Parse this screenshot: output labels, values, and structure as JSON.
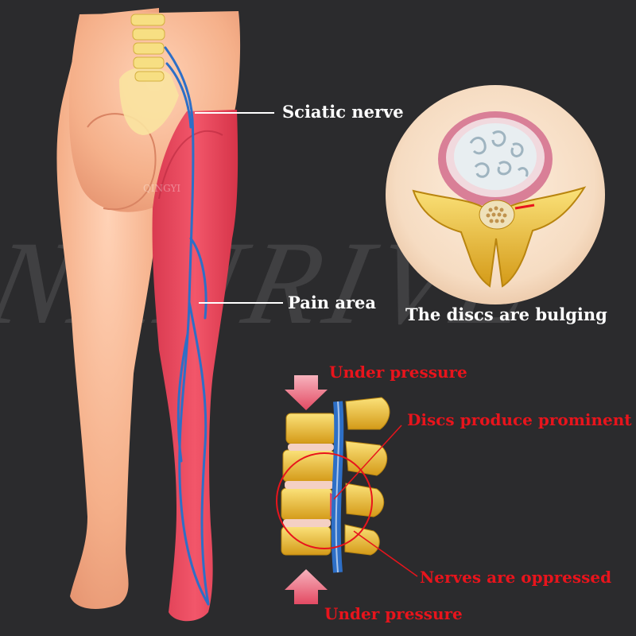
{
  "watermark": "NANRIVE",
  "brand_mark": "QINGYI",
  "labels": {
    "sciatic_nerve": "Sciatic nerve",
    "pain_area": "Pain area",
    "discs_bulging": "The discs are bulging",
    "under_pressure_top": "Under pressure",
    "discs_prominent": "Discs produce prominent",
    "nerves_oppressed": "Nerves are oppressed",
    "under_pressure_bottom": "Under pressure"
  },
  "colors": {
    "background": "#2b2b2d",
    "skin": "#f5b08a",
    "pain_area": "#e8475a",
    "nerve": "#2d6fc7",
    "bone": "#e8b92e",
    "label_red": "#e8141c",
    "label_white": "#ffffff"
  }
}
